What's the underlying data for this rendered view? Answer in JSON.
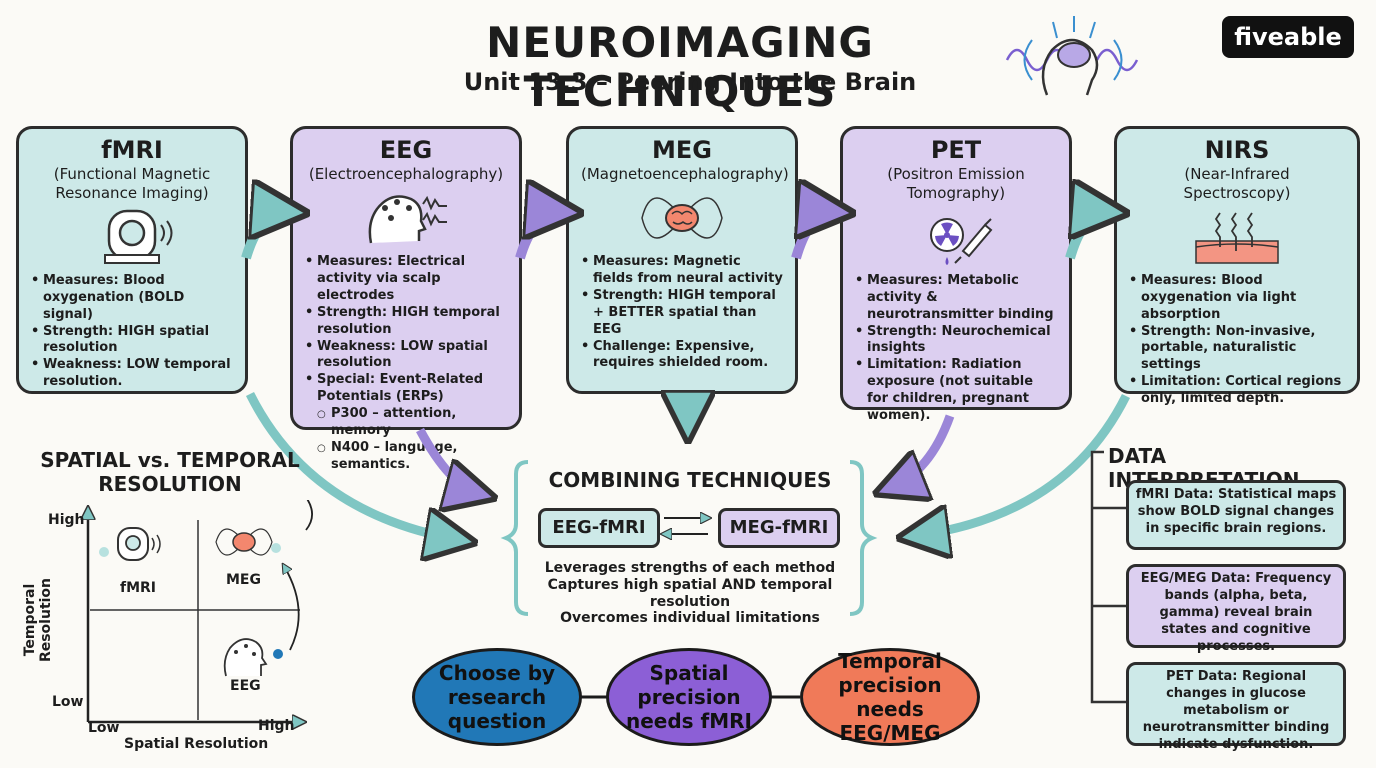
{
  "header": {
    "title": "NEUROIMAGING TECHNIQUES",
    "subtitle": "Unit 13.3 – Peering Into the Brain",
    "logo_text": "fiveable"
  },
  "colors": {
    "teal": "#cde9e8",
    "purple": "#dccff0",
    "arrow_teal": "#7fc6c3",
    "arrow_purple": "#9b86d8",
    "oval_blue": "#2178b7",
    "oval_purple": "#8c5fd6",
    "oval_orange": "#f07a59"
  },
  "cards": [
    {
      "title": "fMRI",
      "subtitle": "(Functional Magnetic Resonance Imaging)",
      "icon": "mri-scanner-icon",
      "bullets": [
        "Measures: Blood oxygenation (BOLD signal)",
        "Strength: HIGH spatial resolution",
        "Weakness: LOW temporal resolution."
      ]
    },
    {
      "title": "EEG",
      "subtitle": "(Electroencephalography)",
      "icon": "eeg-head-icon",
      "bullets": [
        "Measures: Electrical activity via scalp electrodes",
        "Strength: HIGH temporal resolution",
        "Weakness: LOW spatial resolution",
        "Special: Event-Related Potentials (ERPs)"
      ],
      "sub_bullets": [
        "P300 – attention, memory",
        "N400 – language, semantics."
      ]
    },
    {
      "title": "MEG",
      "subtitle": "(Magnetoencephalography)",
      "icon": "brain-magnetic-field-icon",
      "bullets": [
        "Measures: Magnetic fields from neural activity",
        "Strength: HIGH temporal + BETTER spatial than EEG",
        "Challenge: Expensive, requires shielded room."
      ]
    },
    {
      "title": "PET",
      "subtitle": "(Positron Emission Tomography)",
      "icon": "radiation-syringe-icon",
      "bullets": [
        "Measures: Metabolic activity & neurotransmitter binding",
        "Strength: Neurochemical insights",
        "Limitation: Radiation exposure (not suitable for children, pregnant women)."
      ]
    },
    {
      "title": "NIRS",
      "subtitle": "(Near-Infrared Spectroscopy)",
      "icon": "light-tissue-icon",
      "bullets": [
        "Measures: Blood oxygenation via light absorption",
        "Strength: Non-invasive, portable, naturalistic settings",
        "Limitation: Cortical regions only, limited depth."
      ]
    }
  ],
  "combining": {
    "title": "COMBINING TECHNIQUES",
    "pill_left": "EEG-fMRI",
    "pill_right": "MEG-fMRI",
    "lines": [
      "Leverages strengths of each method",
      "Captures high spatial AND temporal resolution",
      "Overcomes individual limitations"
    ]
  },
  "ovals": [
    "Choose by research question",
    "Spatial precision needs fMRI",
    "Temporal precision needs EEG/MEG"
  ],
  "resolution_chart": {
    "title": "SPATIAL vs. TEMPORAL RESOLUTION",
    "y_axis": "Temporal Resolution",
    "x_axis": "Spatial Resolution",
    "y_high": "High",
    "y_low": "Low",
    "x_low": "Low",
    "x_high": "High",
    "points": [
      {
        "label": "fMRI",
        "icon": "mri-scanner-icon"
      },
      {
        "label": "MEG",
        "icon": "brain-magnetic-field-icon"
      },
      {
        "label": "EEG",
        "icon": "eeg-head-icon"
      }
    ]
  },
  "data_interpretation": {
    "title": "DATA INTERPRETATION",
    "items": [
      "fMRI Data: Statistical maps show BOLD signal changes in specific brain regions.",
      "EEG/MEG Data: Frequency bands (alpha, beta, gamma) reveal brain states and cognitive processes.",
      "PET Data: Regional changes in glucose metabolism or neurotransmitter binding indicate dysfunction."
    ]
  }
}
